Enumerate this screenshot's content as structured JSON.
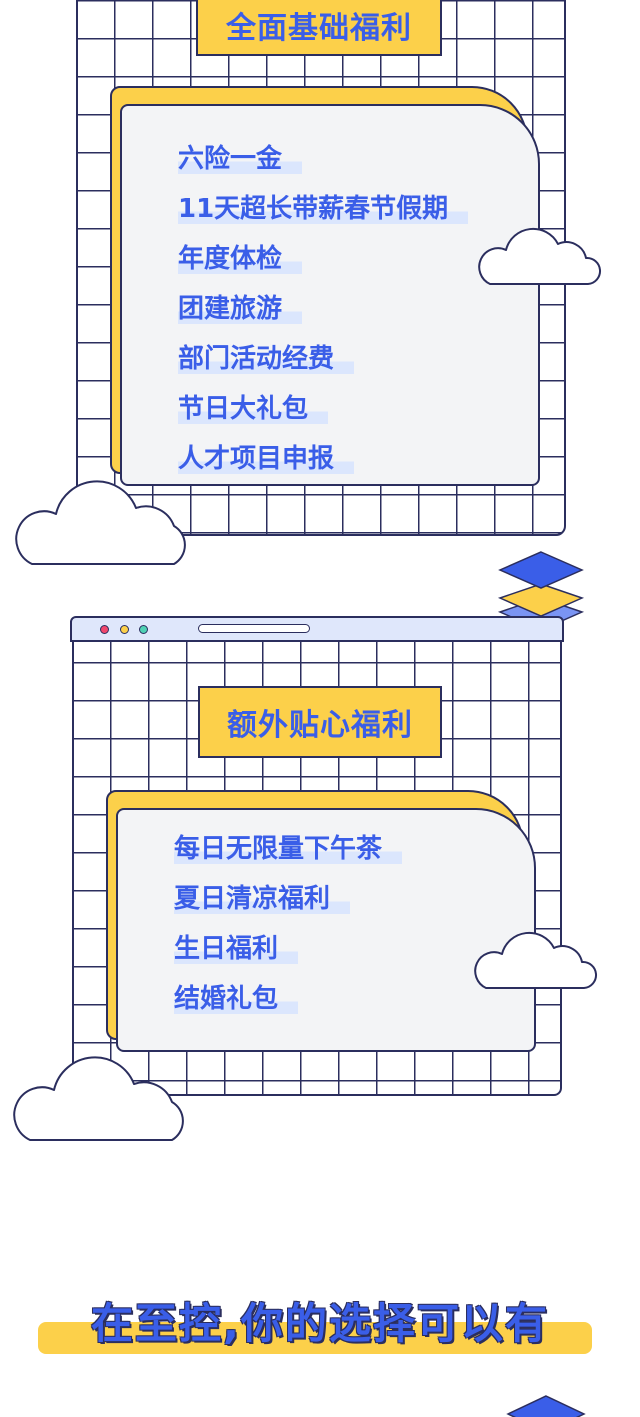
{
  "section_basic": {
    "title": "全面基础福利",
    "items": [
      "六险一金",
      "11天超长带薪春节假期",
      "年度体检",
      "团建旅游",
      "部门活动经费",
      "节日大礼包",
      "人才项目申报"
    ]
  },
  "section_extra": {
    "title": "额外贴心福利",
    "items": [
      "每日无限量下午茶",
      "夏日清凉福利",
      "生日福利",
      "结婚礼包"
    ]
  },
  "slogan": "在至控,你的选择可以有",
  "icons": {
    "window_dots": [
      "window-dot-red-icon",
      "window-dot-yellow-icon",
      "window-dot-green-icon"
    ],
    "decor": [
      "cloud-icon",
      "layers-icon"
    ]
  },
  "colors": {
    "accent_blue": "#3a5ee8",
    "accent_yellow": "#fcd04a",
    "outline": "#2b2e5e",
    "card_bg": "#f3f4f6",
    "highlight": "#dbe6fd"
  }
}
